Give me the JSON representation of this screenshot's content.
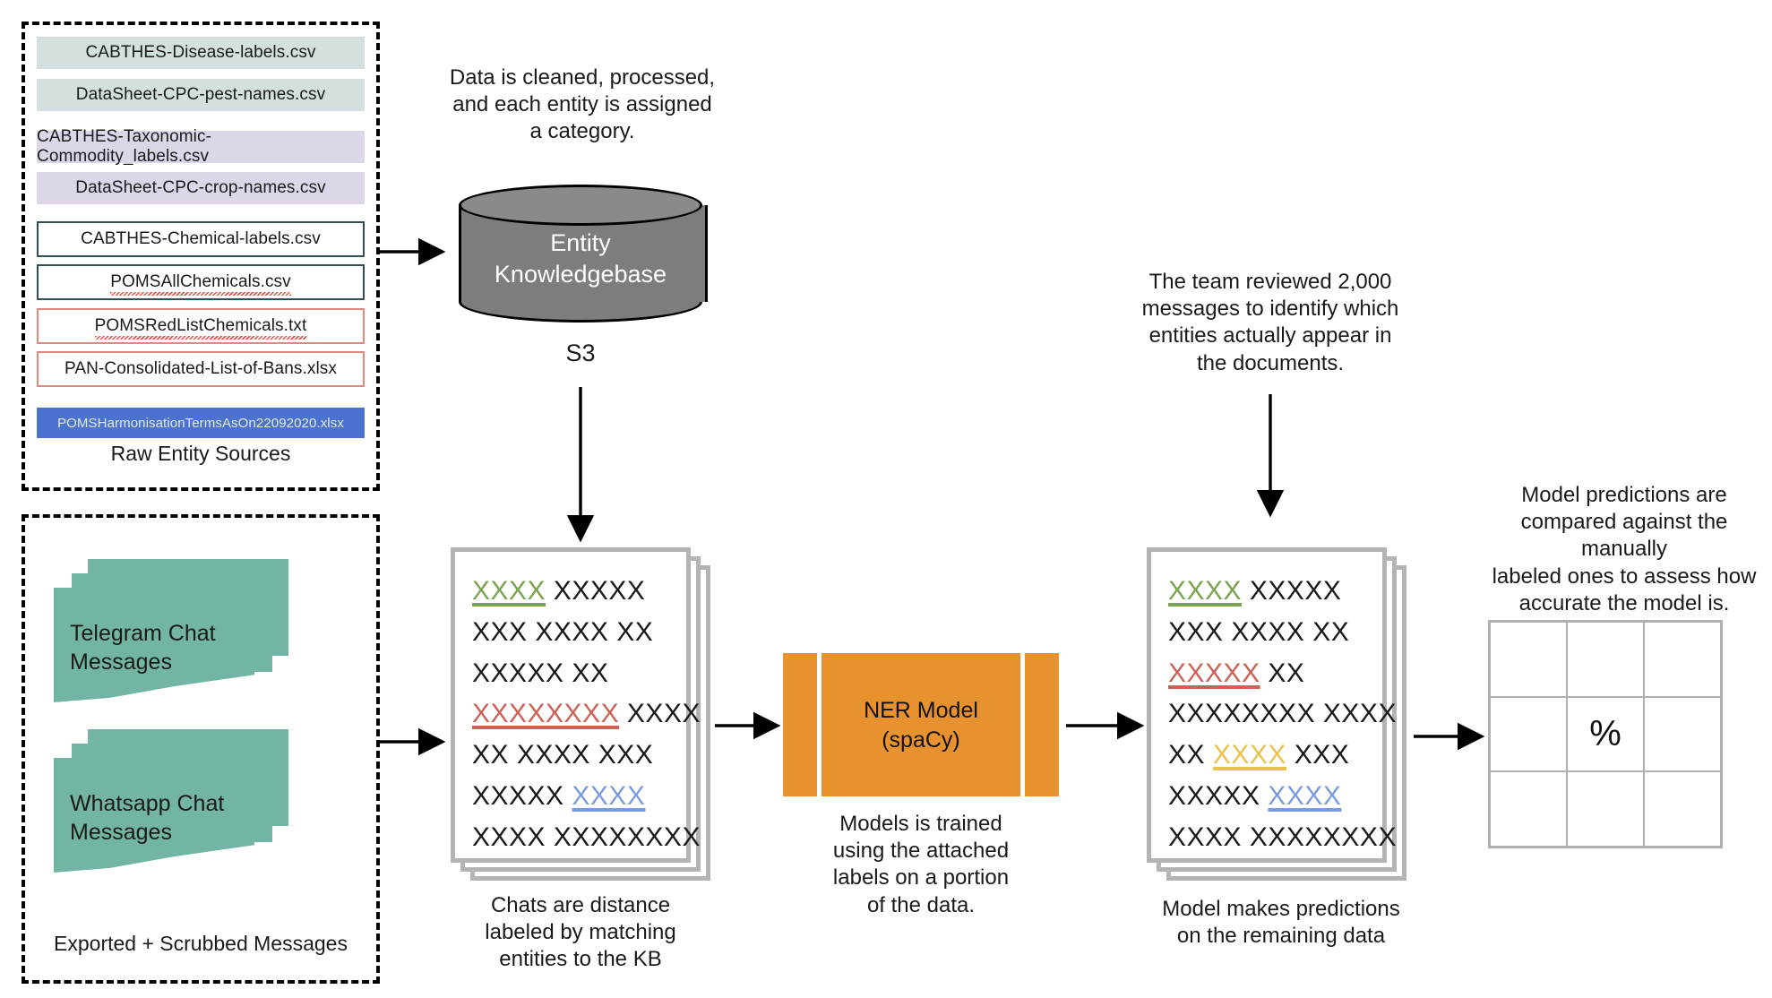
{
  "groups": {
    "raw_sources": {
      "label": "Raw Entity Sources",
      "files": [
        {
          "name": "CABTHES-Disease-labels.csv",
          "style": "fill-blue"
        },
        {
          "name": "DataSheet-CPC-pest-names.csv",
          "style": "fill-blue"
        },
        {
          "name": "CABTHES-Taxonomic-Commodity_labels.csv",
          "style": "fill-lav"
        },
        {
          "name": "DataSheet-CPC-crop-names.csv",
          "style": "fill-lav"
        },
        {
          "name": "CABTHES-Chemical-labels.csv",
          "style": "bord-teal"
        },
        {
          "name": "POMSAllChemicals.csv",
          "style": "bord-teal",
          "spellcheck_squiggle": true
        },
        {
          "name": "POMSRedListChemicals.txt",
          "style": "bord-red",
          "spellcheck_squiggle": true
        },
        {
          "name": "PAN-Consolidated-List-of-Bans.xlsx",
          "style": "bord-red"
        },
        {
          "name": "POMSHarmonisationTermsAsOn22092020.xlsx",
          "style": "fill-royal"
        }
      ]
    },
    "messages": {
      "label": "Exported + Scrubbed Messages",
      "stacks": [
        {
          "name": "Telegram Chat Messages",
          "lines": [
            "Telegram Chat",
            "Messages"
          ]
        },
        {
          "name": "Whatsapp Chat Messages",
          "lines": [
            "Whatsapp Chat",
            "Messages"
          ]
        }
      ]
    }
  },
  "kb": {
    "caption": "Data is cleaned, processed, and each entity is assigned a category.",
    "caption_lines": [
      "Data is cleaned, processed,",
      "and each entity is assigned",
      "a category."
    ],
    "cylinder_lines": [
      "Entity",
      "Knowledgebase"
    ],
    "store_label": "S3"
  },
  "labeled_docs": {
    "caption_lines": [
      "Chats are distance",
      "labeled by matching",
      "entities to the KB"
    ],
    "lines": [
      [
        {
          "t": "XXXX",
          "c": "green"
        },
        {
          "t": "XXXXX",
          "c": "black"
        }
      ],
      [
        {
          "t": "XXX XXXX XX",
          "c": "black"
        }
      ],
      [
        {
          "t": "XXXXX XX",
          "c": "black"
        }
      ],
      [
        {
          "t": "XXXXXXXX",
          "c": "red"
        },
        {
          "t": "XXXX",
          "c": "black"
        }
      ],
      [
        {
          "t": "XX XXXX XXX",
          "c": "black"
        }
      ],
      [
        {
          "t": "XXXXX",
          "c": "black"
        },
        {
          "t": "XXXX",
          "c": "blue"
        }
      ],
      [
        {
          "t": "XXXX XXXXXXXX",
          "c": "black"
        }
      ]
    ]
  },
  "model": {
    "lines": [
      "NER Model",
      "(spaCy)"
    ],
    "caption_lines": [
      "Models is trained",
      "using the attached",
      "labels on a portion",
      "of the data."
    ],
    "color": "#e8912f"
  },
  "review": {
    "caption_lines": [
      "The team reviewed 2,000",
      "messages to identify which",
      "entities actually appear in",
      "the documents."
    ]
  },
  "predicted_docs": {
    "caption_lines": [
      "Model makes predictions",
      "on the remaining data"
    ],
    "lines": [
      [
        {
          "t": "XXXX",
          "c": "green"
        },
        {
          "t": "XXXXX",
          "c": "black"
        }
      ],
      [
        {
          "t": "XXX XXXX XX",
          "c": "black"
        }
      ],
      [
        {
          "t": "XXXXX",
          "c": "red"
        },
        {
          "t": "XX",
          "c": "black"
        }
      ],
      [
        {
          "t": "XXXXXXXX XXXX",
          "c": "black"
        }
      ],
      [
        {
          "t": "XX",
          "c": "black"
        },
        {
          "t": "XXXX",
          "c": "yellow"
        },
        {
          "t": "XXX",
          "c": "black"
        }
      ],
      [
        {
          "t": "XXXXX",
          "c": "black"
        },
        {
          "t": "XXXX",
          "c": "blue"
        }
      ],
      [
        {
          "t": "XXXX XXXXXXXX",
          "c": "black"
        }
      ]
    ]
  },
  "evaluation": {
    "caption_lines": [
      "Model predictions are",
      "compared against the manually",
      "labeled ones to assess how",
      "accurate the model is."
    ],
    "matrix_value": "%",
    "matrix_rows": 3,
    "matrix_cols": 3
  },
  "colors": {
    "entity_green": "#7aa34f",
    "entity_red": "#cd6155",
    "entity_blue": "#7b9be0",
    "entity_yellow": "#edc24b",
    "model_orange": "#e8912f",
    "message_card": "#72b5a4",
    "kb_gray": "#7d7d7d",
    "royal_blue": "#4a72ce"
  }
}
